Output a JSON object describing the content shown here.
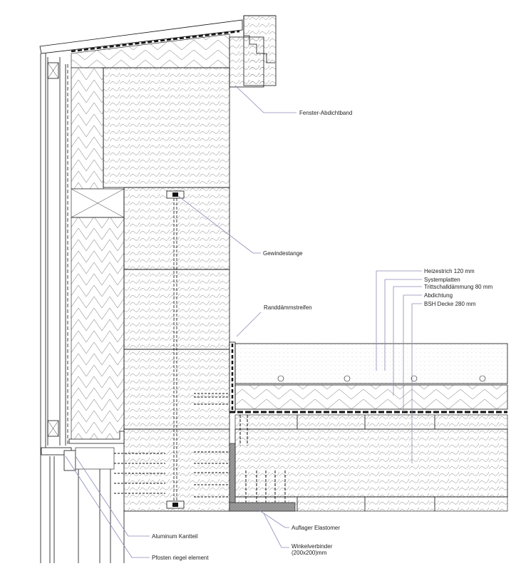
{
  "labels": {
    "fenster_abdichtband": "Fenster-Abdichtband",
    "gewindestange": "Gewindestange",
    "randdammstreifen": "Randdämmstreifen",
    "aluminum_kantteil": "Aluminum Kantteil",
    "pfosten_riegel": "Pfosten riegel element",
    "auflager_elastomer": "Auflager Elastomer",
    "winkelverbinder_line1": "Winkelverbinder",
    "winkelverbinder_line2": "(200x200)mm"
  },
  "floor_layers": [
    "Heizestrich  120 mm",
    "Systemplatten",
    "Trittschalldämmung   80 mm",
    "Abdichtung",
    "BSH Decke   280 mm"
  ],
  "colors": {
    "line": "#111111",
    "leader": "#8a8ab8",
    "hatch": "#555555",
    "elastomer": "#9a9a9a"
  }
}
